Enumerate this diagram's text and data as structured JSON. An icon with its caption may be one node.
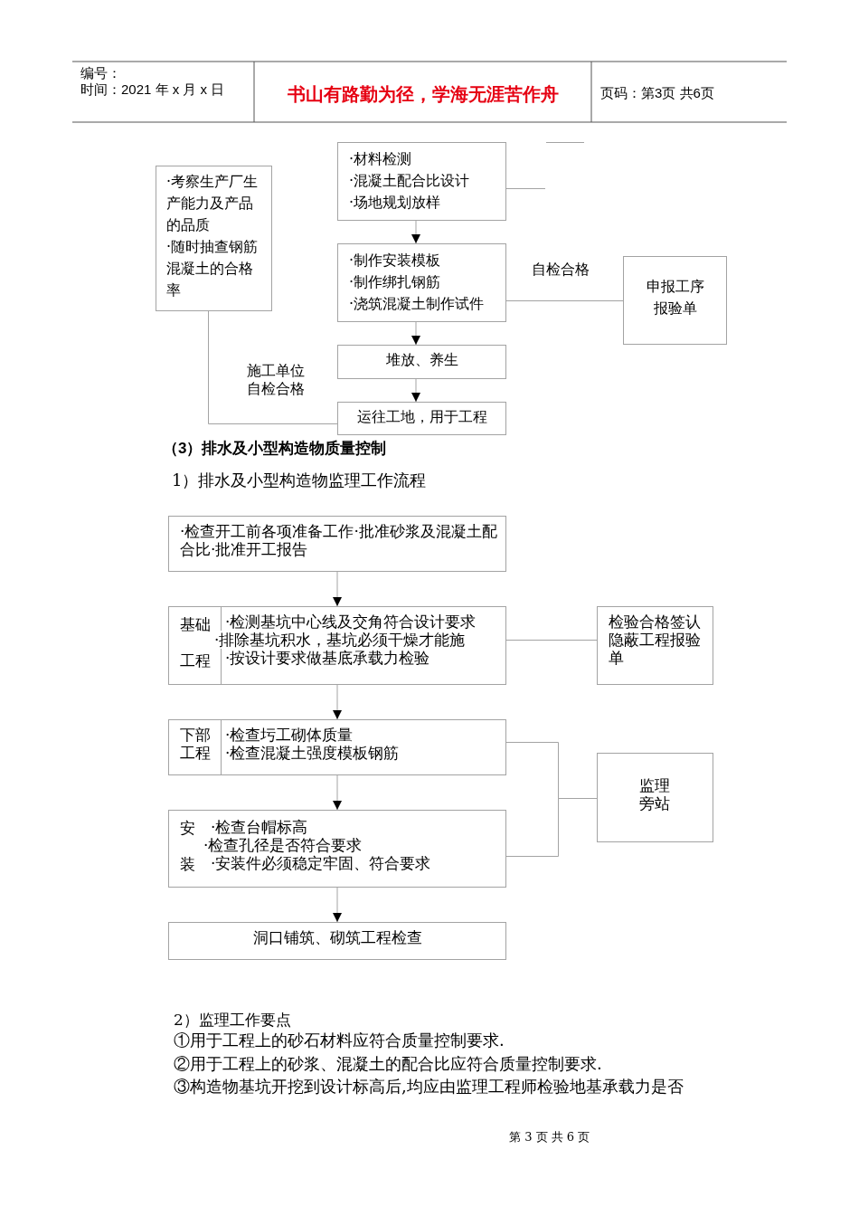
{
  "diagram": {
    "nodes": [
      {
        "text": [
          "·考察生产厂生产能力及产品的品质",
          "·随时抽查钢筋混凝土的合格率"
        ]
      },
      {
        "text": [
          "·材料检测",
          "·混凝土配合比设计",
          "·场地规划放样"
        ]
      },
      {
        "text": [
          "·制作安装模板",
          "·制作绑扎钢筋",
          "·浇筑混凝土制作试件"
        ]
      },
      {
        "text": [
          "申报工序报验单"
        ]
      },
      {
        "text": [
          "堆放、养生"
        ]
      },
      {
        "text": [
          "运往工地，用于工程"
        ]
      },
      {
        "text": [
          "·检查开工前各项准备工作·批准砂浆及混凝土配合比·批准开工报告"
        ]
      },
      {
        "text": [
          "基础工程",
          "·检测基坑中心线及交角符合设计要求",
          "·排除基坑积水，基坑必须干燥才能施",
          "·按设计要求做基底承载力检验"
        ]
      },
      {
        "text": [
          "检验合格签认隐蔽工程报验单"
        ]
      },
      {
        "text": [
          "下部工程",
          "·检查圬工砌体质量",
          "·检查混凝土强度模板钢筋"
        ]
      },
      {
        "text": [
          "监理旁站"
        ]
      },
      {
        "text": [
          "安装",
          "·检查台帽标高",
          "·检查孔径是否符合要求",
          "·安装件必须稳定牢固、符合要求"
        ]
      },
      {
        "text": [
          "洞口铺筑、砌筑工程检查"
        ]
      }
    ],
    "edges": [
      {
        "from": 1,
        "to": 2,
        "arrow": "to"
      },
      {
        "from": 2,
        "to": 3,
        "arrow": "none",
        "label": "自检合格"
      },
      {
        "from": 2,
        "to": 4,
        "arrow": "to"
      },
      {
        "from": 4,
        "to": 5,
        "arrow": "to"
      },
      {
        "from": 0,
        "to": 5,
        "arrow": "none",
        "label": "施工单位自检合格"
      },
      {
        "from": 1,
        "to": null,
        "arrow": "none"
      },
      {
        "from": 6,
        "to": 7,
        "arrow": "to"
      },
      {
        "from": 7,
        "to": 8,
        "arrow": "none"
      },
      {
        "from": 7,
        "to": 9,
        "arrow": "to"
      },
      {
        "from": 9,
        "to": 10,
        "arrow": "none"
      },
      {
        "from": 11,
        "to": 10,
        "arrow": "none"
      },
      {
        "from": 9,
        "to": 11,
        "arrow": "to"
      },
      {
        "from": 11,
        "to": 12,
        "arrow": "to"
      }
    ],
    "labels": [
      "编号：",
      "时间：2021 年 x 月 x 日",
      "书山有路勤为径，学海无涯苦作舟",
      "页码：第3页 共6页",
      "（3）排水及小型构造物质量控制",
      "1）排水及小型构造物监理工作流程",
      "2）监理工作要点",
      "①用于工程上的砂石材料应符合质量控制要求.",
      "②用于工程上的砂浆、混凝土的配合比应符合质量控制要求.",
      "③构造物基坑开挖到设计标高后,均应由监理工程师检验地基承载力是否",
      "第 3 页 共 6 页"
    ]
  }
}
